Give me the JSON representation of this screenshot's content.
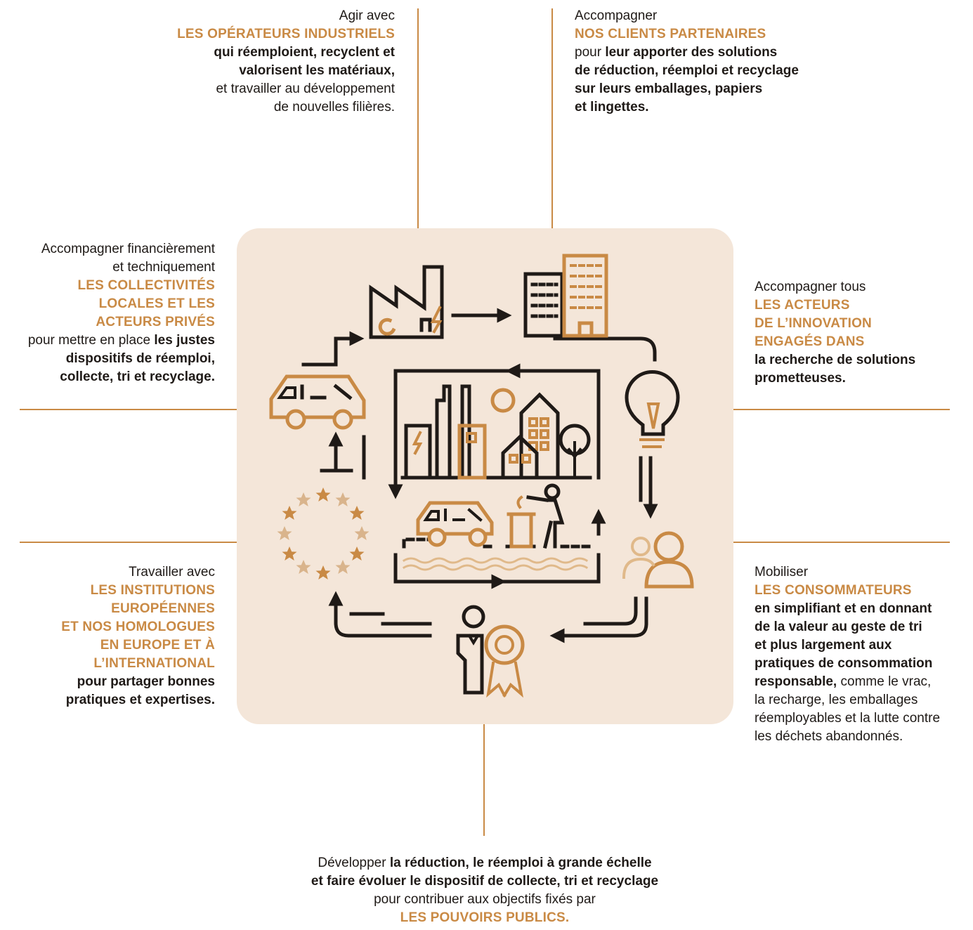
{
  "colors": {
    "accent": "#c98a45",
    "panel": "#f4e6d9",
    "ink": "#1f1a17"
  },
  "blocks": {
    "operators": {
      "intro": "Agir avec",
      "title": "LES OPÉRATEURS INDUSTRIELS",
      "bold1": "qui réemploient, recyclent et",
      "bold2": "valorisent les matériaux,",
      "text1": "et travailler au développement",
      "text2": "de nouvelles filières."
    },
    "clients": {
      "intro": "Accompagner",
      "title": "NOS CLIENTS PARTENAIRES",
      "pre": "pour ",
      "bold1": "leur apporter des solutions",
      "bold2": "de réduction, réemploi et recyclage",
      "bold3": "sur leurs emballages, papiers",
      "bold4": "et lingettes."
    },
    "collectivities": {
      "intro1": "Accompagner financièrement",
      "intro2": "et techniquement",
      "title1": "LES COLLECTIVITÉS",
      "title2": "LOCALES ET LES",
      "title3": "ACTEURS PRIVÉS",
      "pre": "pour mettre en place ",
      "bold1": "les justes",
      "bold2": "dispositifs de réemploi,",
      "bold3": "collecte, tri et recyclage."
    },
    "innovation": {
      "intro": "Accompagner tous",
      "title1": "LES ACTEURS",
      "title2": "DE L’INNOVATION",
      "title3": "ENGAGÉS DANS",
      "bold1": "la recherche de solutions",
      "bold2": "prometteuses."
    },
    "institutions": {
      "intro": "Travailler avec",
      "title1": "LES INSTITUTIONS",
      "title2": "EUROPÉENNES",
      "title3": "ET NOS HOMOLOGUES",
      "title4": "EN EUROPE ET À",
      "title5": "L’INTERNATIONAL",
      "bold1": "pour partager bonnes",
      "bold2": "pratiques et expertises."
    },
    "consumers": {
      "intro": "Mobiliser",
      "title": "LES CONSOMMATEURS",
      "bold1": "en simplifiant et en donnant",
      "bold2": "de la valeur au geste de tri",
      "bold3": "et plus largement aux",
      "bold4": "pratiques de consommation",
      "bold5": "responsable,",
      "text5": " comme le vrac,",
      "text6": "la recharge, les emballages",
      "text7": "réemployables et la lutte contre",
      "text8": "les déchets abandonnés."
    },
    "authorities": {
      "pre": "Développer ",
      "bold1": "la réduction, le réemploi à grande échelle",
      "bold2": "et faire évoluer le dispositif de collecte, tri et recyclage",
      "text3": "pour contribuer aux objectifs fixés par",
      "title": "LES POUVOIRS PUBLICS."
    }
  },
  "icons": [
    "factory-icon",
    "office-building-icon",
    "lightbulb-icon",
    "consumers-icon",
    "award-person-icon",
    "eu-stars-icon",
    "van-icon",
    "city-scene-icon"
  ]
}
